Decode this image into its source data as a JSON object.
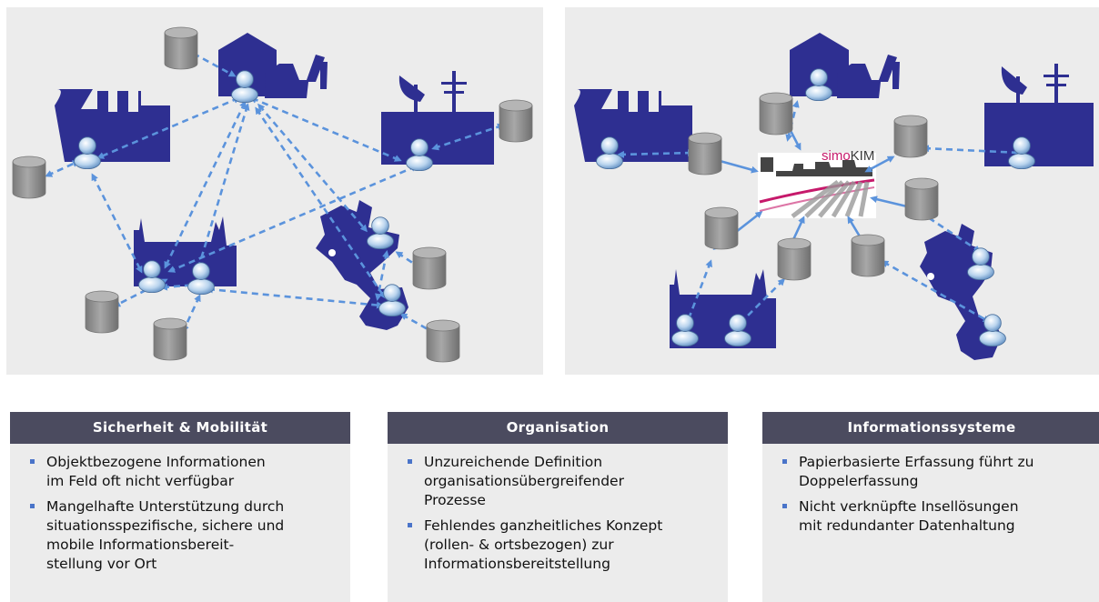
{
  "left_diagram": {},
  "right_diagram": {
    "logo": {
      "part1": "simo",
      "part2": "KIM"
    }
  },
  "boxes": [
    {
      "title": "Sicherheit & Mobilität",
      "items": [
        "Objektbezogene Informationen\nim Feld oft nicht verfügbar",
        "Mangelhafte Unterstützung durch\nsituationsspezifische, sichere und\nmobile Informationsbereit-\nstellung vor Ort"
      ]
    },
    {
      "title": "Organisation",
      "items": [
        "Unzureichende Definition\norganisationsübergreifender\nProzesse",
        "Fehlendes ganzheitliches Konzept\n(rollen- & ortsbezogen) zur\nInformationsbereitstellung"
      ]
    },
    {
      "title": "Informationssysteme",
      "items": [
        "Papierbasierte Erfassung führt zu\nDoppelerfassung",
        "Nicht verknüpfte Insellösungen\nmit redundanter Datenhaltung"
      ]
    }
  ],
  "colors": {
    "building": "#2e2f91",
    "arrow_left": "#5b93dc",
    "arrow_right": "#5b93dc",
    "cylinder": "#8a8a8a",
    "header": "#4b4b5f",
    "bullet": "#4a74c9"
  }
}
